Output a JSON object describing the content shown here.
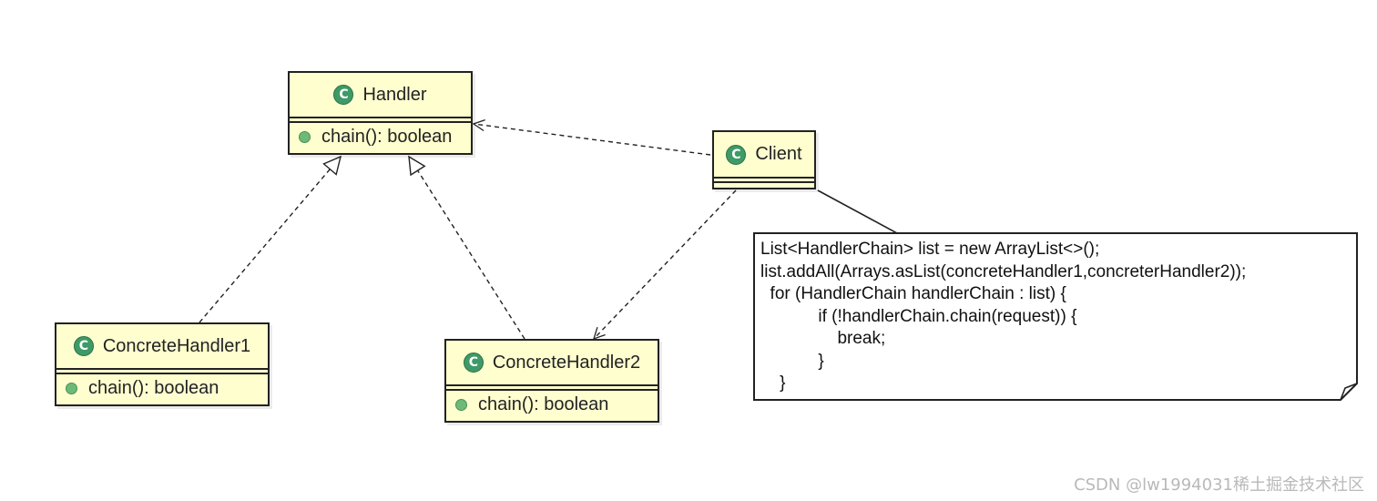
{
  "classes": {
    "handler": {
      "name": "Handler",
      "method": "chain(): boolean"
    },
    "client": {
      "name": "Client"
    },
    "concrete1": {
      "name": "ConcreteHandler1",
      "method": "chain(): boolean"
    },
    "concrete2": {
      "name": "ConcreteHandler2",
      "method": "chain(): boolean"
    }
  },
  "icons": {
    "class_icon": "class-c-icon",
    "class_icon_letter": "C",
    "method_icon": "public-method-dot-icon"
  },
  "colors": {
    "class_fill": "#fefecf",
    "class_icon": "#3e9a66",
    "method_dot": "#6dba78",
    "border": "#222222"
  },
  "note": {
    "lines": [
      "List<HandlerChain> list = new ArrayList<>();",
      "list.addAll(Arrays.asList(concreteHandler1,concreterHandler2));",
      "  for (HandlerChain handlerChain : list) {",
      "            if (!handlerChain.chain(request)) {",
      "                break;",
      "            }",
      "    }"
    ]
  },
  "watermark": "CSDN @lw1994031稀土掘金技术社区"
}
